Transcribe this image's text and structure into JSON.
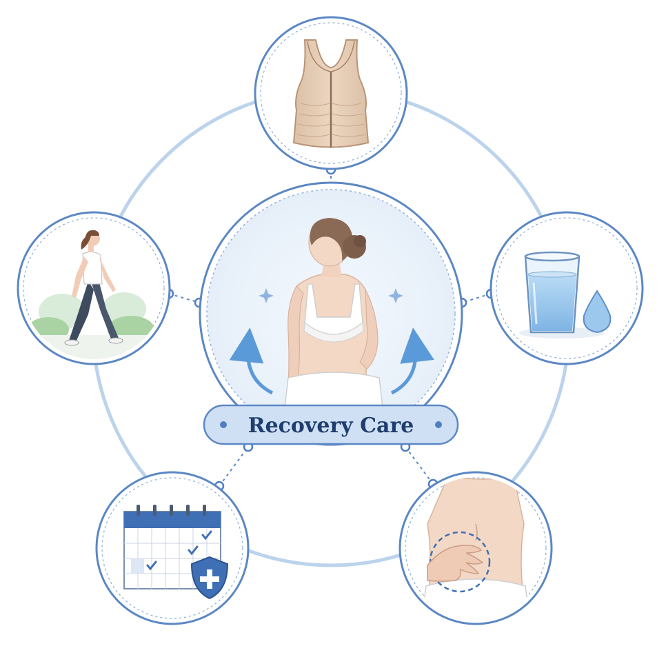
{
  "center": {
    "label": "Recovery Care"
  },
  "satellites": [
    {
      "id": "compression-garment",
      "icon": "compression-vest-icon"
    },
    {
      "id": "hydration",
      "icon": "water-glass-icon"
    },
    {
      "id": "massage",
      "icon": "abdomen-massage-icon"
    },
    {
      "id": "follow-up-schedule",
      "icon": "calendar-shield-icon"
    },
    {
      "id": "walking",
      "icon": "walking-woman-icon"
    }
  ],
  "colors": {
    "ring": "#b9d0ea",
    "circle_border": "#5b87c4",
    "dots": "#4f7fc0",
    "label_bg": "#cfe0f4",
    "label_text": "#1f3d6e",
    "skin": "#f3d8c6",
    "vest": "#e6cdb4",
    "water": "#9cc8ee"
  }
}
